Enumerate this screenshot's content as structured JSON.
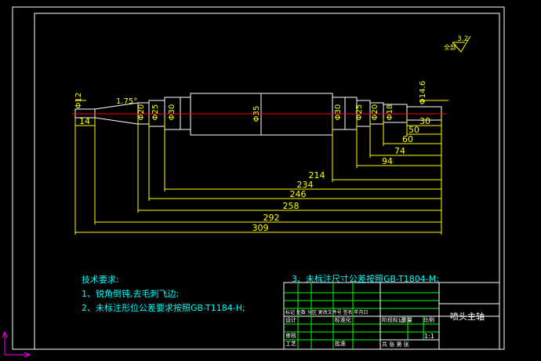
{
  "drawing": {
    "roughness_prefix": "全部",
    "roughness_value": "3.2",
    "angle_label": "1.75°",
    "diameters": [
      "Φ12",
      "Φ20",
      "Φ25",
      "Φ30",
      "Φ35",
      "Φ30",
      "Φ25",
      "Φ20",
      "Φ18",
      "Φ14.6"
    ],
    "length_dims": [
      "14",
      "30",
      "50",
      "60",
      "74",
      "94",
      "214",
      "234",
      "246",
      "258",
      "292",
      "309"
    ]
  },
  "notes": {
    "heading": "技术要求:",
    "line1": "1、锐角倒钝,去毛刺飞边;",
    "line2": "2、未标注形位公差要求按照GB-T1184-H;",
    "line3": "3、未标注尺寸公差按照GB-T1804-M;"
  },
  "title_block": {
    "part_name": "喷头主轴",
    "scale": "1:1",
    "header_row": "标记 处数 分区 更改文件号 签名 年月日",
    "design": "设计",
    "standardize": "标准化",
    "stage_headers": [
      "阶段标记",
      "重量",
      "比例"
    ],
    "review": "审核",
    "process": "工艺",
    "approve": "批准",
    "sheets": "共 张 第 张"
  },
  "colors": {
    "background": "#000000",
    "frame": "#ffffff",
    "dimension": "#ffff00",
    "centerline": "#ff0000",
    "note_text": "#00ffff",
    "title_grid": "#00ff00",
    "ucs": "#ff00ff"
  }
}
